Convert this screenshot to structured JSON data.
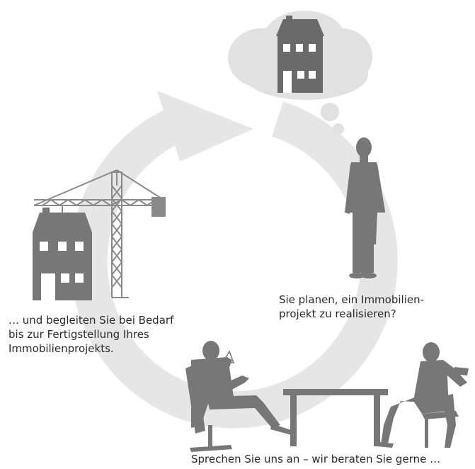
{
  "captions": {
    "planning": [
      "Sie planen, ein Immobilien-",
      "projekt zu realisieren?"
    ],
    "consulting": [
      "Sprechen Sie uns an – wir beraten Sie gerne …"
    ],
    "construction": [
      "… und begleiten Sie bei Bedarf",
      "bis zur Fertigstellung Ihres",
      "Immobilienprojekts."
    ]
  },
  "colors": {
    "cycle_ring": "#e6e6e6",
    "silhouette": "#777777",
    "cloud": "#e1e1e1",
    "cloud_house": "#6a6a6a",
    "crane": "#8a8a8a",
    "text": "#2b2b2b"
  },
  "icons": [
    "cycle-arrow-ring",
    "thought-cloud-icon",
    "house-icon",
    "standing-man-icon",
    "crane-icon",
    "seated-person-icon",
    "table-icon"
  ]
}
